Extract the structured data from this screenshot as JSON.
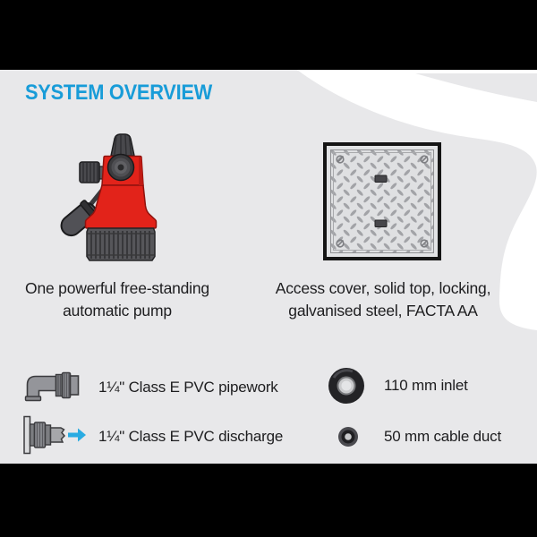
{
  "theme": {
    "accent_cyan": "#189CD8",
    "arrow_cyan": "#29ABE2",
    "pump_red": "#E2231A",
    "background_gray": "#E8E8EA",
    "bar_black": "#000000",
    "text_color": "#1D1D1F"
  },
  "header": {
    "title": "SYSTEM OVERVIEW"
  },
  "pump": {
    "caption_line1": "One powerful free-standing",
    "caption_line2": "automatic pump"
  },
  "access_cover": {
    "caption_line1": "Access cover, solid top, locking,",
    "caption_line2": "galvanised steel, FACTA AA"
  },
  "features": [
    {
      "icon": "pipe-elbow-icon",
      "label": "1¼\" Class E PVC pipework"
    },
    {
      "icon": "pipe-discharge-icon",
      "label": "1¼\" Class E PVC discharge"
    },
    {
      "icon": "rubber-grommet-large-icon",
      "label": "110 mm inlet"
    },
    {
      "icon": "rubber-grommet-small-icon",
      "label": "50 mm cable duct"
    }
  ]
}
